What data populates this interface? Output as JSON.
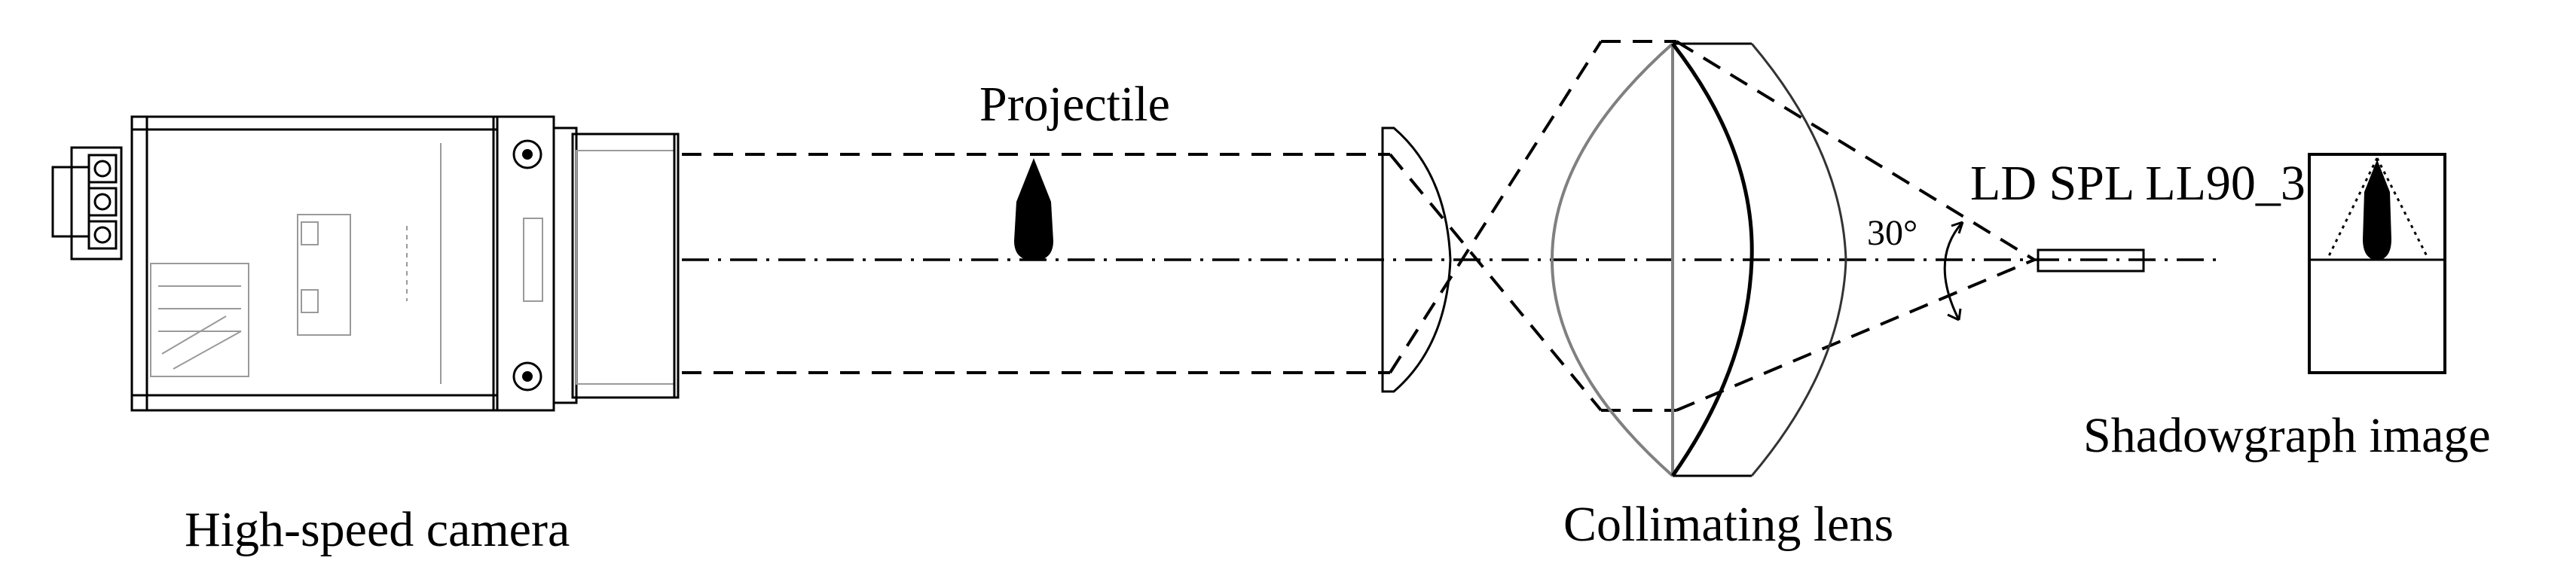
{
  "labels": {
    "camera": "High-speed camera",
    "projectile": "Projectile",
    "lens": "Collimating lens",
    "laser": "LD SPL LL90_3",
    "angle": "30°",
    "shadowgraph": "Shadowgraph image"
  },
  "icons": {
    "camera": "high-speed-camera-icon",
    "projectile": "projectile-icon",
    "lens": "collimating-lens-icon",
    "laser": "laser-diode-icon",
    "shadowgraph": "shadowgraph-image-icon"
  }
}
